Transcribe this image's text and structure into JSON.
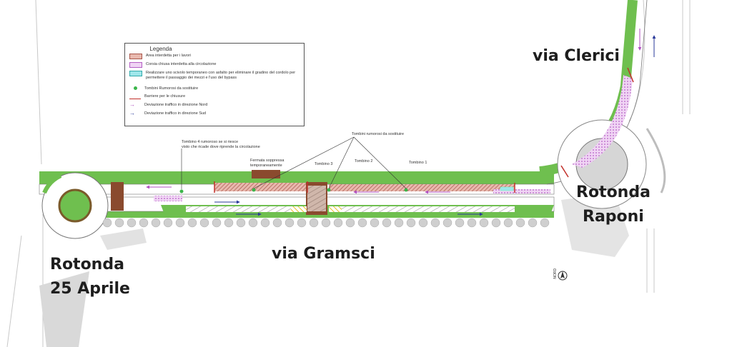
{
  "legend": {
    "title": "Legenda",
    "items": [
      {
        "symbol": "area-lavori",
        "label": "Area interdetta per i lavori",
        "color": "#c9867a"
      },
      {
        "symbol": "corsia-chiusa",
        "label": "Corsia chiusa interdetta alla circolazione",
        "color": "#d79ae0"
      },
      {
        "symbol": "scivolo",
        "label": "Realizzare uno scivolo temporaneo con asfalto per eliminare il gradino del cordolo per permettere il passaggio dei mezzi e l'uso del bypass",
        "color": "#9fe6ea"
      },
      {
        "symbol": "tombini-dot",
        "label": "Tombini Rumorosi da sostituire",
        "color": "#3bb54a"
      },
      {
        "symbol": "barriere-line",
        "label": "Barriere per le chiusure",
        "color": "#c2302a"
      },
      {
        "symbol": "arrow-nord",
        "label": "Deviazione traffico in direzione Nord",
        "color": "#b04fc0"
      },
      {
        "symbol": "arrow-sud",
        "label": "Deviazione traffico in direzione Sud",
        "color": "#2a3a9a"
      }
    ]
  },
  "places": {
    "via_clerici": "via Clerici",
    "rotonda_raponi_1": "Rotonda",
    "rotonda_raponi_2": "Raponi",
    "via_gramsci": "via Gramsci",
    "rotonda_25_1": "Rotonda",
    "rotonda_25_2": "25 Aprile"
  },
  "annotations": {
    "tombini_sostituire": "Tombini rumorosi da sostituire",
    "tombino4_line1": "Tombino 4 rumoroso se si riesce",
    "tombino4_line2": "visto che ricade dove riprende la circolazione",
    "fermata_line1": "Fermata soppressa",
    "fermata_line2": "temporaneamente",
    "tombino3": "Tombino 3",
    "tombino2": "Tombino 2",
    "tombino1": "Tombino 1",
    "north": "NORD"
  },
  "colors": {
    "green": "#6fbf4f",
    "road": "#ffffff",
    "work_area": "#c9867a",
    "closed_lane": "#d79ae0",
    "brown_block": "#8a4a2e",
    "yellow_hatch": "#e8c020",
    "tree": "#c8c8c8",
    "text": "#1e1e1e"
  }
}
